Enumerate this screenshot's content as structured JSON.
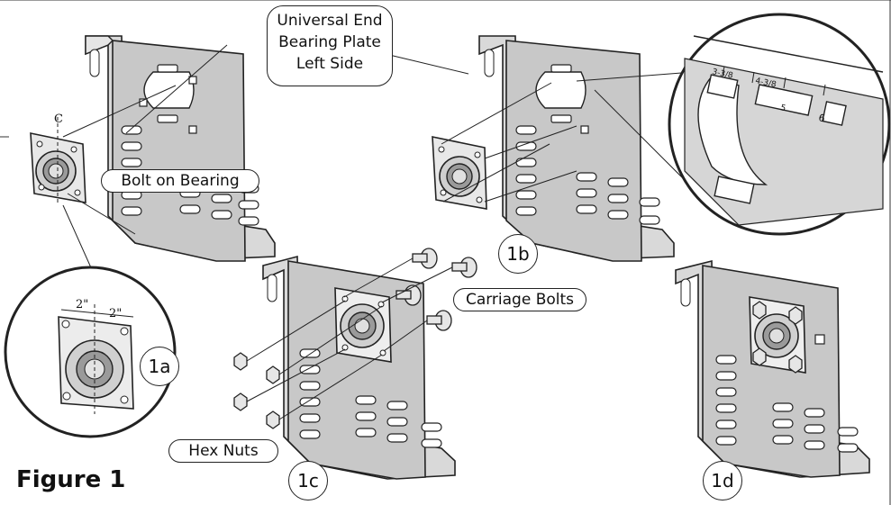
{
  "callouts": {
    "universal_end_bearing_plate": [
      "Universal End",
      "Bearing Plate",
      "Left Side"
    ],
    "bolt_on_bearing": "Bolt on Bearing",
    "carriage_bolts": "Carriage Bolts",
    "hex_nuts": "Hex Nuts"
  },
  "steps": {
    "a": "1a",
    "b": "1b",
    "c": "1c",
    "d": "1d"
  },
  "dimensions": {
    "left": "2\"",
    "right": "2\"",
    "centerline": "C",
    "scale_marks": [
      "3-3/8",
      "4-3/8",
      "5",
      "6"
    ]
  },
  "figure_title": "Figure 1"
}
